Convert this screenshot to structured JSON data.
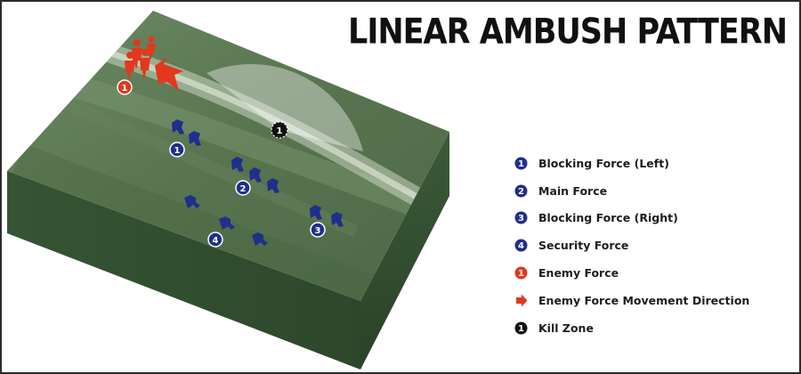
{
  "diagram": {
    "title": "LINEAR AMBUSH PATTERN",
    "colors": {
      "friendly": "#1f2f8c",
      "enemy": "#e2381c",
      "kill_zone": "#111111",
      "terrain_top": "#5a7654",
      "terrain_side": "#2e4a2e"
    },
    "legend": [
      {
        "marker": "1",
        "kind": "friendly",
        "label": "Blocking Force (Left)"
      },
      {
        "marker": "2",
        "kind": "friendly",
        "label": "Main Force"
      },
      {
        "marker": "3",
        "kind": "friendly",
        "label": "Blocking Force (Right)"
      },
      {
        "marker": "4",
        "kind": "friendly",
        "label": "Security Force"
      },
      {
        "marker": "1",
        "kind": "enemy",
        "label": "Enemy Force"
      },
      {
        "marker": "",
        "kind": "arrow",
        "label": "Enemy Force Movement Direction"
      },
      {
        "marker": "1",
        "kind": "kill",
        "label": "Kill Zone"
      }
    ],
    "map_markers": {
      "friendly": [
        "1",
        "2",
        "3",
        "4"
      ],
      "enemy": "1",
      "kill_zone": "1"
    }
  }
}
